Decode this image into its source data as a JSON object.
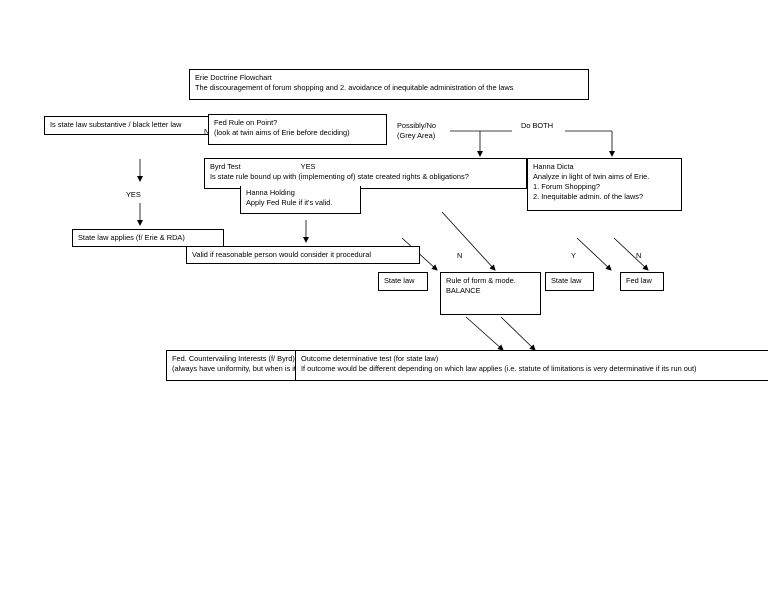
{
  "title_box": {
    "line1": "Erie Doctrine Flowchart",
    "line2": "The discouragement of forum shopping and 2. avoidance of inequitable administration of the laws"
  },
  "nodes": {
    "substantive_q": "Is state law substantive / black letter law",
    "fed_rule": {
      "line1": "Fed Rule on Point?",
      "line2": "(look at twin aims of Erie before deciding)"
    },
    "state_law_applies": "State law applies (f/ Erie & RDA)",
    "byrd": {
      "line1": "Byrd Test",
      "line1_yes": "YES",
      "line2": "Is state rule bound up with (implementing of) state created rights & obligations?"
    },
    "hanna_holding": {
      "line1": "Hanna Holding",
      "line2": "Apply Fed Rule if it's valid."
    },
    "hanna_dicta": {
      "line1": "Hanna Dicta",
      "line2": "Analyze in light of twin aims of Erie.",
      "line3": "1. Forum Shopping?",
      "line4": "2. Inequitable admin. of the laws?"
    },
    "valid_procedural": "Valid if reasonable person would consider it procedural",
    "state_law_1": "State law",
    "rule_form_mode": {
      "line1": "Rule of form & mode.",
      "line2": "BALANCE"
    },
    "state_law_2": "State law",
    "fed_law": "Fed law",
    "fed_countervailing": {
      "line1": "Fed. Countervailing Interests (f/ Byrd)",
      "line2": "(always have uniformity, but when is it truly important?)"
    },
    "outcome_test": {
      "line1": "Outcome determinative test (for state law)",
      "line2": "If outcome would be different depending on which law applies (i.e. statute of limitations is very determinative if its run out)"
    }
  },
  "labels": {
    "possibly": "Possibly/No",
    "grey_area": "(Grey Area)",
    "do_both": "Do BOTH",
    "n_small": "N",
    "yes_left": "YES",
    "n_mid": "N",
    "y_right": "Y",
    "n_right": "N"
  },
  "colors": {
    "line": "#000000",
    "box_border": "#000000",
    "background": "#ffffff"
  }
}
